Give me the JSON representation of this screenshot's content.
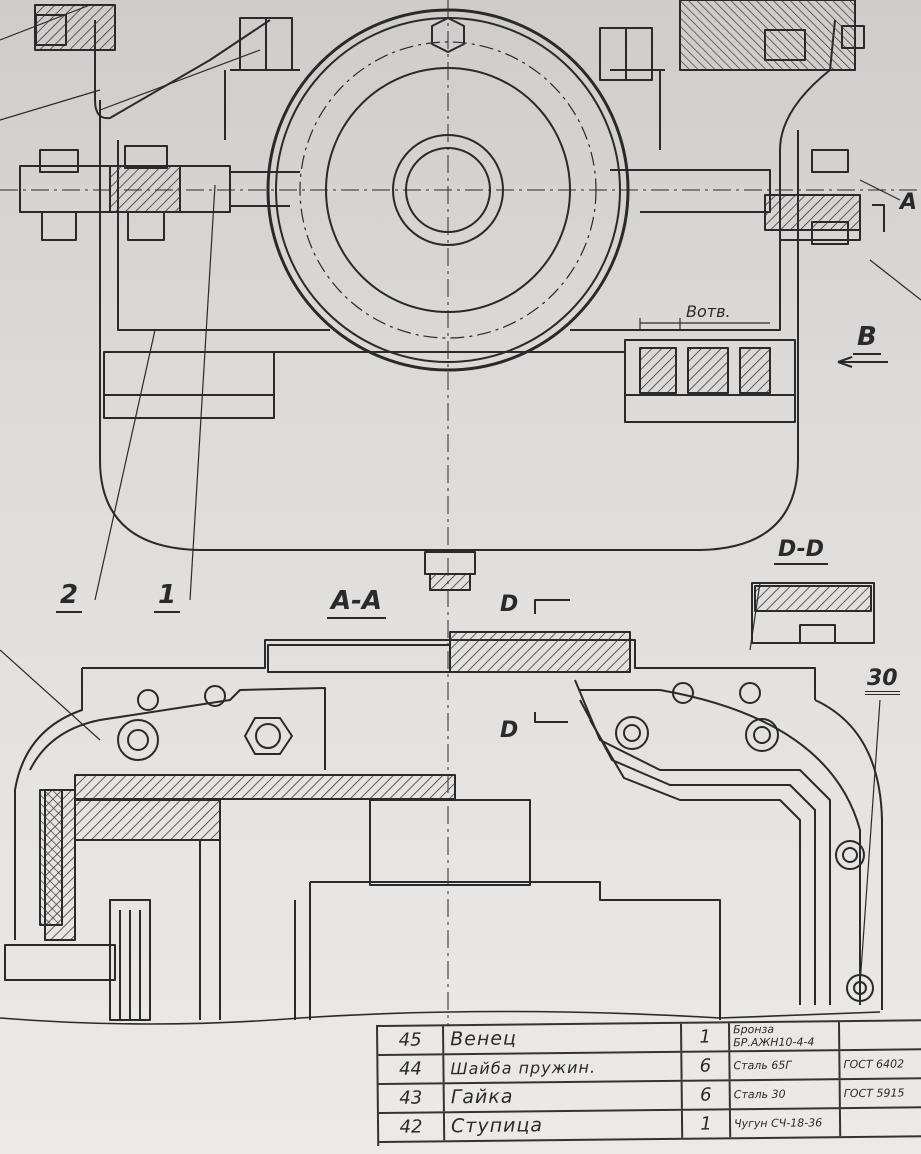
{
  "labels": {
    "leader_1": "1",
    "leader_2": "2",
    "section_aa": "A-A",
    "section_dd": "D-D",
    "cut_d_top": "D",
    "cut_d_bottom": "D",
    "view_b": "B",
    "cut_a_right": "A",
    "dim_b_otv": "Bотв.",
    "leader_30": "30"
  },
  "parts_table": {
    "rows": [
      {
        "pos": "45",
        "name": "Венец",
        "qty": "1",
        "material": "Бронза БР.АЖН10-4-4",
        "standard": ""
      },
      {
        "pos": "44",
        "name": "Шайба пружин.",
        "qty": "6",
        "material": "Сталь 65Г",
        "standard": "ГОСТ 6402"
      },
      {
        "pos": "43",
        "name": "Гайка",
        "qty": "6",
        "material": "Сталь 30",
        "standard": "ГОСТ 5915"
      },
      {
        "pos": "42",
        "name": "Ступица",
        "qty": "1",
        "material": "Чугун СЧ-18-36",
        "standard": ""
      }
    ]
  },
  "colors": {
    "line": "#2a2a2a",
    "paper": "#e3e1df",
    "hatch": "#3a3a3a"
  }
}
